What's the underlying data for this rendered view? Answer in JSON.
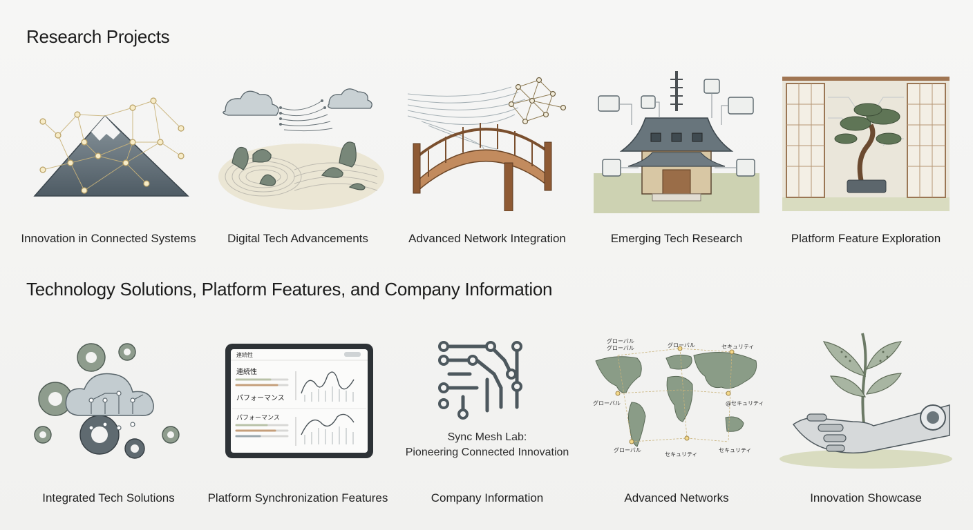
{
  "sections": [
    {
      "title": "Research Projects",
      "cards": [
        {
          "caption": "Innovation in Connected Systems",
          "icon": "mountain-network-icon"
        },
        {
          "caption": "Digital Tech Advancements",
          "icon": "zen-garden-cloud-icon"
        },
        {
          "caption": "Advanced Network Integration",
          "icon": "bridge-network-icon"
        },
        {
          "caption": "Emerging Tech Research",
          "icon": "pagoda-chip-icon"
        },
        {
          "caption": "Platform Feature Exploration",
          "icon": "bonsai-shoji-icon"
        }
      ]
    },
    {
      "title": "Technology Solutions, Platform Features, and Company Information",
      "cards": [
        {
          "caption": "Integrated Tech Solutions",
          "icon": "gears-cloud-icon"
        },
        {
          "caption": "Platform Synchronization Features",
          "icon": "tablet-dashboard-icon"
        },
        {
          "caption": "Company Information",
          "icon": "circuit-logo-icon"
        },
        {
          "caption": "Advanced Networks",
          "icon": "world-map-network-icon"
        },
        {
          "caption": "Innovation Showcase",
          "icon": "robot-hand-plant-icon"
        }
      ]
    }
  ],
  "tablet": {
    "header": "連続性",
    "row1": "連続性",
    "row2": "パフォーマンス",
    "row3": "パフォーマンス"
  },
  "company_logo": {
    "line1": "Sync Mesh Lab:",
    "line2": "Pioneering Connected Innovation"
  },
  "map_labels": {
    "global": "グローバル",
    "security": "セキュリティ",
    "security_at": "@セキュリティ"
  },
  "colors": {
    "background": "#f3f3f2",
    "slate": "#56636b",
    "sage": "#7f8f7c",
    "wood": "#a8734a",
    "paper": "#eae6da"
  }
}
